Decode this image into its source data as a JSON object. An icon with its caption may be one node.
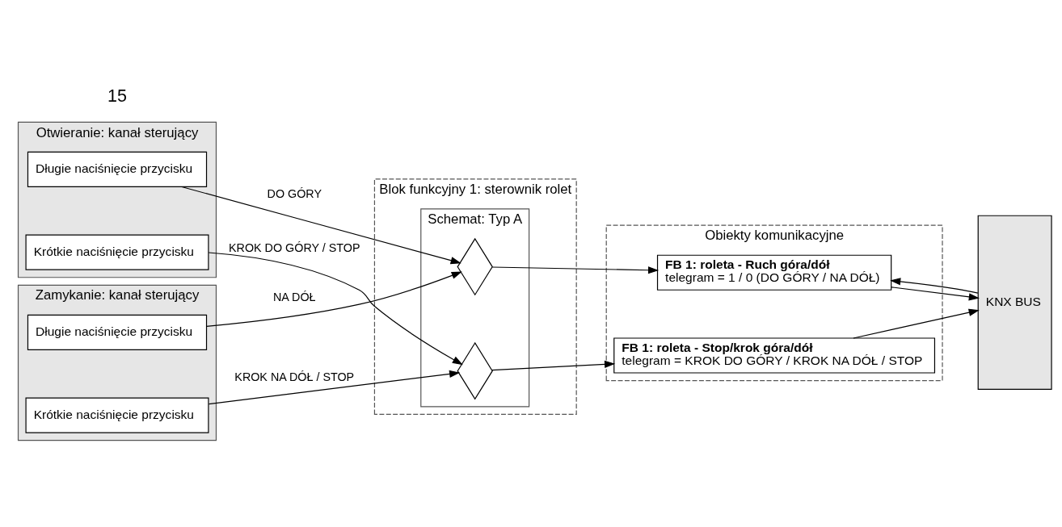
{
  "diagram": {
    "nodes": [
      {
        "text": [
          "Otwieranie: kanał sterujący"
        ]
      },
      {
        "text": [
          "Krótkie naciśnięcie przycisku"
        ],
        "in": 0
      },
      {
        "text": [
          "Długie naciśnięcie przycisku"
        ],
        "in": 0
      },
      {
        "text": [
          "Zamykanie: kanał sterujący"
        ]
      },
      {
        "text": [
          "Krótkie naciśnięcie przycisku"
        ],
        "in": 3
      },
      {
        "text": [
          "Długie naciśnięcie przycisku"
        ],
        "in": 3
      },
      {
        "text": [
          "Blok funkcyjny 1: sterownik rolet"
        ]
      },
      {
        "text": [
          "Schemat: Typ A"
        ],
        "in": 6
      },
      {
        "text": [],
        "shape": "diamond",
        "in": 7
      },
      {
        "text": [],
        "shape": "diamond",
        "in": 7
      },
      {
        "text": [
          "Obiekty komunikacyjne"
        ]
      },
      {
        "text": [
          "FB 1: roleta - Ruch góra/dół",
          "telegram = 1 / 0 (DO GÓRY / NA DÓŁ)"
        ],
        "in": 10
      },
      {
        "text": [
          "FB 1: roleta - Stop/krok góra/dół",
          "telegram = KROK DO GÓRY / KROK NA DÓŁ / STOP"
        ],
        "in": 10
      },
      {
        "text": [
          "KNX BUS"
        ]
      }
    ],
    "edges": [
      {
        "from": 1,
        "to": 9,
        "arrow": "to",
        "label": "KROK DO GÓRY / STOP"
      },
      {
        "from": 2,
        "to": 8,
        "arrow": "to",
        "label": "DO GÓRY"
      },
      {
        "from": 4,
        "to": 9,
        "arrow": "to",
        "label": "KROK NA DÓŁ / STOP"
      },
      {
        "from": 5,
        "to": 8,
        "arrow": "to",
        "label": "NA DÓŁ"
      },
      {
        "from": 8,
        "to": 11,
        "arrow": "to"
      },
      {
        "from": 9,
        "to": 12,
        "arrow": "to"
      },
      {
        "from": 11,
        "to": 13,
        "arrow": "to"
      },
      {
        "from": 13,
        "to": 11,
        "arrow": "to"
      },
      {
        "from": 12,
        "to": 13,
        "arrow": "to"
      }
    ],
    "labels": [
      "15"
    ]
  }
}
